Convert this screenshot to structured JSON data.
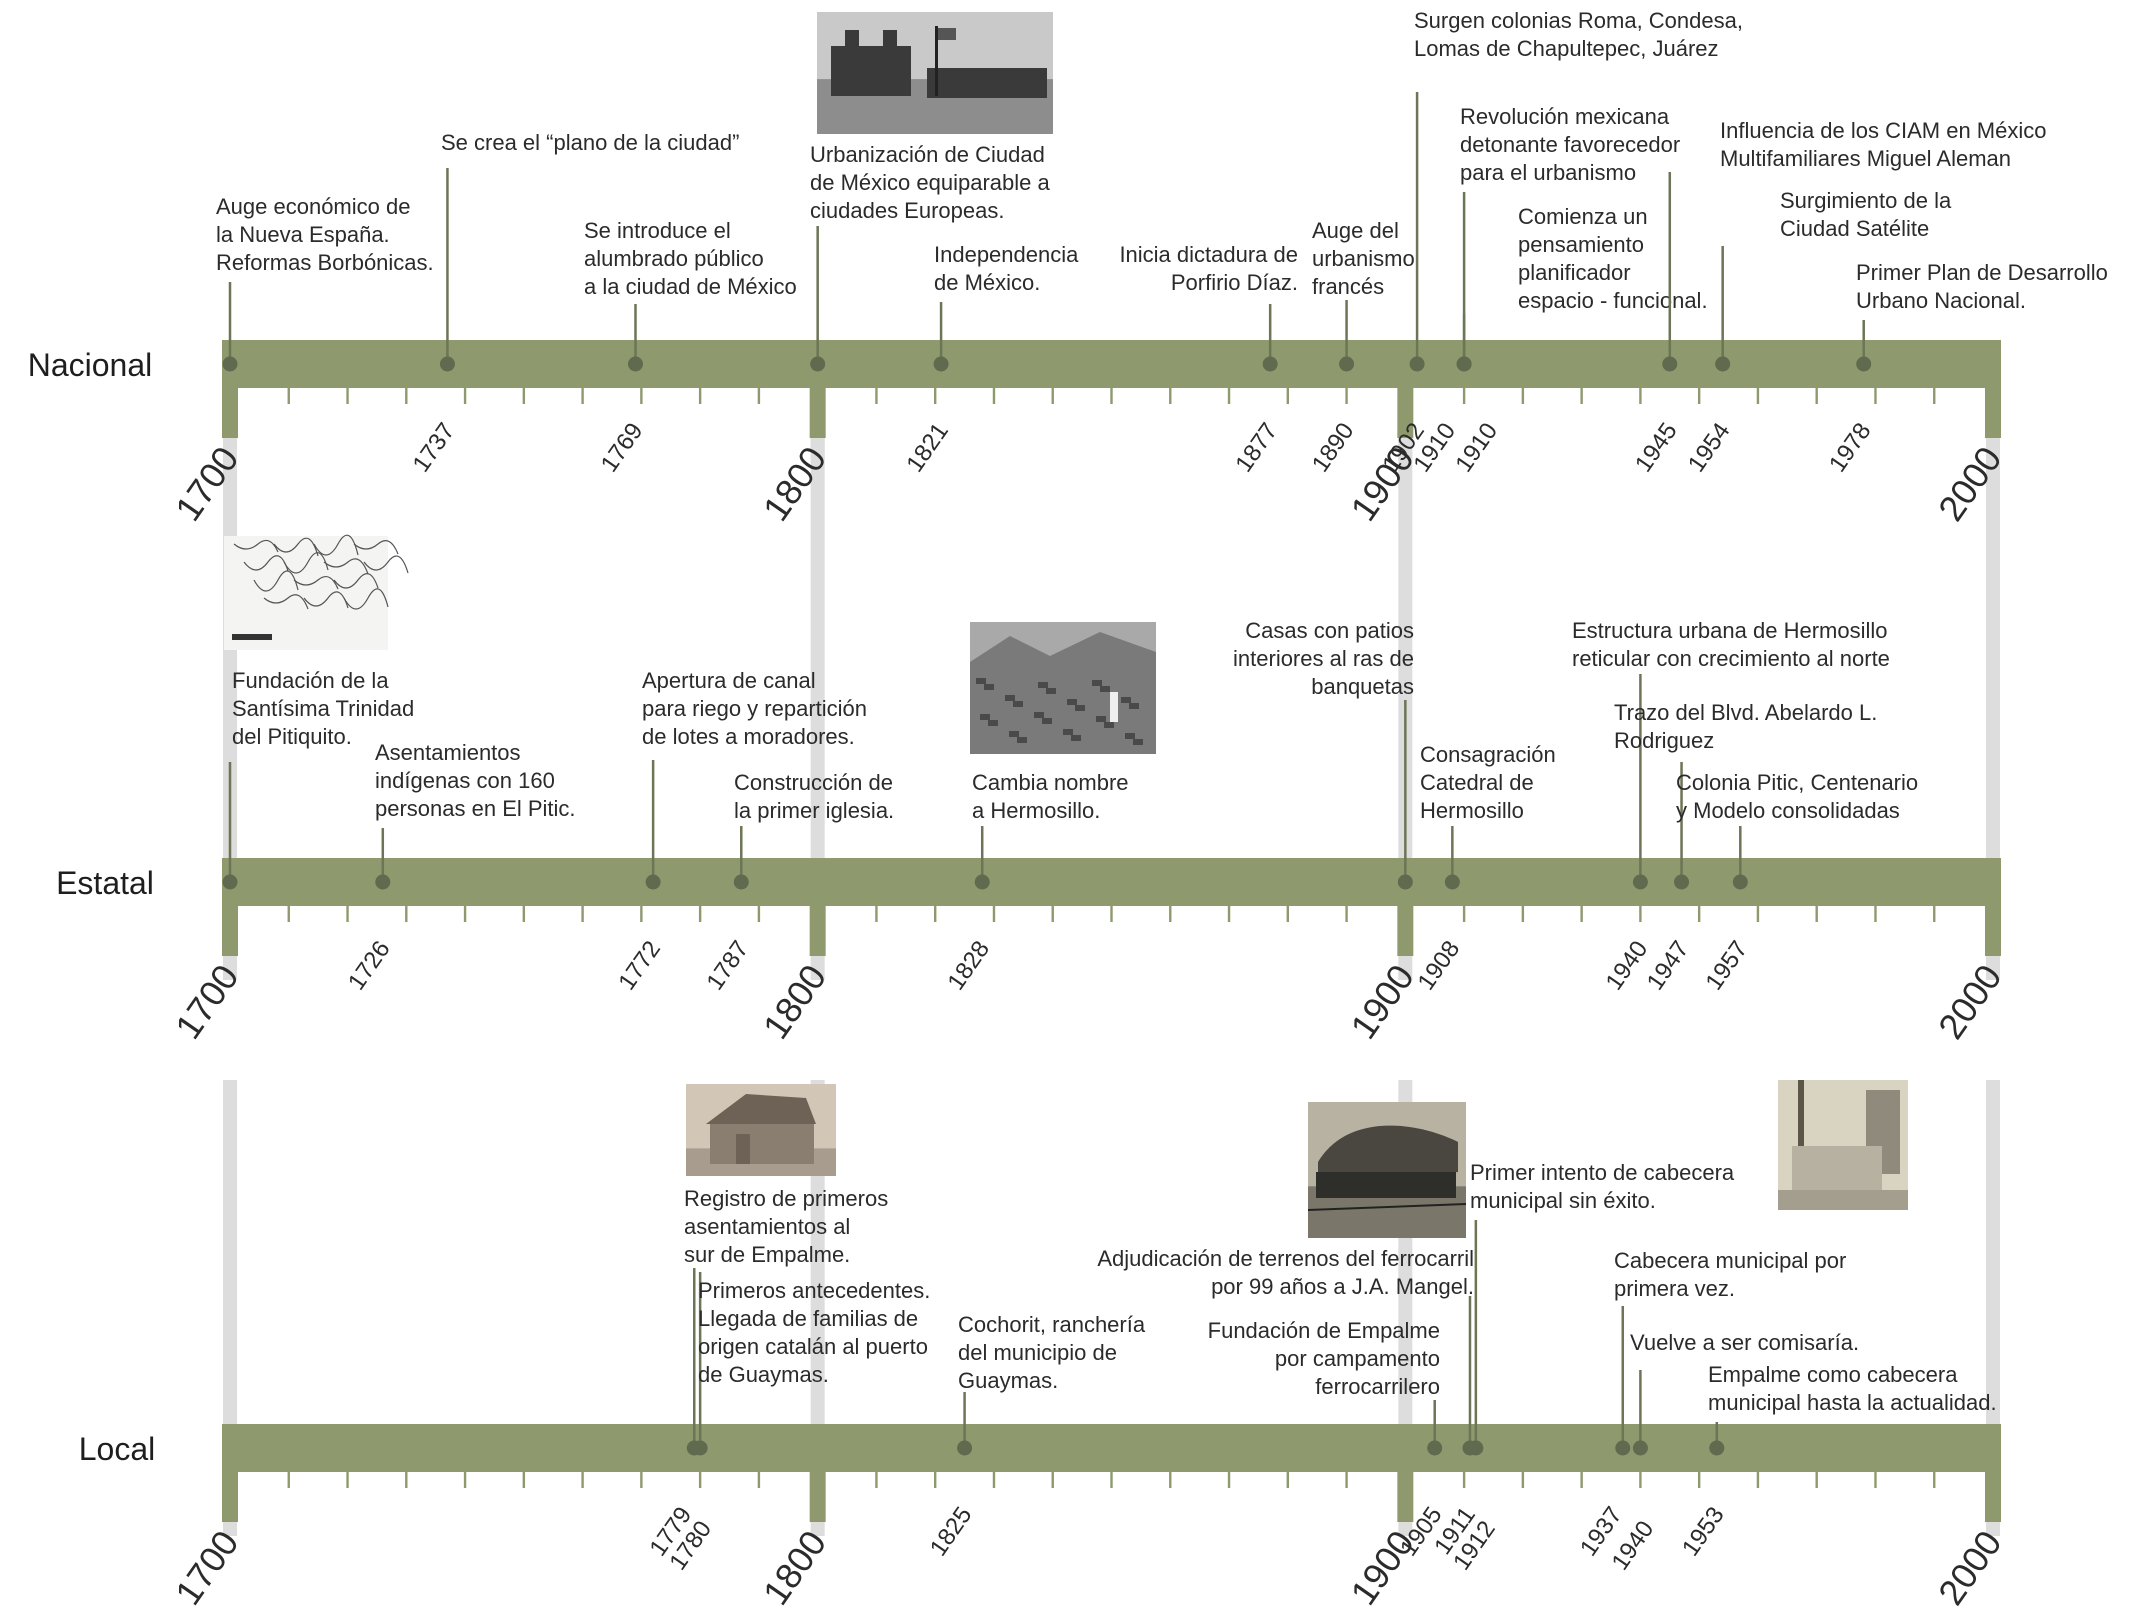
{
  "colors": {
    "band": "#8e9a6e",
    "marker": "#5f6a4e",
    "stem": "#6c7555",
    "century_line": "#dddddd",
    "text": "#2b2b2b"
  },
  "centuries": [
    "1700",
    "1800",
    "1900",
    "2000"
  ],
  "rows": [
    {
      "id": "nacional",
      "name": "Nacional",
      "events": [
        {
          "year": 1700,
          "year_label": "",
          "lines": [
            "Auge económico de",
            "la Nueva España.",
            "Reformas Borbónicas."
          ]
        },
        {
          "year": 1737,
          "year_label": "1737",
          "lines": [
            "Se crea el “plano de la ciudad”"
          ]
        },
        {
          "year": 1769,
          "year_label": "1769",
          "lines": [
            "Se introduce el",
            "alumbrado público",
            "a la ciudad de México"
          ]
        },
        {
          "year": 1800,
          "year_label": "",
          "lines": [
            "Urbanización de Ciudad",
            "de México equiparable a",
            "ciudades Europeas."
          ],
          "photo": "zocalo-photo"
        },
        {
          "year": 1821,
          "year_label": "1821",
          "lines": [
            "Independencia",
            "de México."
          ]
        },
        {
          "year": 1877,
          "year_label": "1877",
          "lines": [
            "Inicia dictadura de",
            "Porfirio Díaz."
          ]
        },
        {
          "year": 1890,
          "year_label": "1890",
          "lines": [
            "Auge del",
            "urbanismo",
            "francés"
          ]
        },
        {
          "year": 1902,
          "year_label": "1902",
          "lines": [
            "Surgen colonias Roma, Condesa,",
            "Lomas de Chapultepec, Juárez"
          ]
        },
        {
          "year": 1910,
          "year_label": "1910",
          "lines": [
            "Revolución mexicana",
            "detonante favorecedor",
            "para el urbanismo"
          ]
        },
        {
          "year": 1910,
          "year_label": "1910",
          "lines": [
            "Comienza un",
            "pensamiento",
            "planificador",
            "espacio - funcional."
          ]
        },
        {
          "year": 1945,
          "year_label": "1945",
          "lines": [
            "Influencia de los CIAM en México",
            "Multifamiliares Miguel Aleman"
          ]
        },
        {
          "year": 1954,
          "year_label": "1954",
          "lines": [
            "Surgimiento de la",
            "Ciudad Satélite"
          ]
        },
        {
          "year": 1978,
          "year_label": "1978",
          "lines": [
            "Primer Plan de Desarrollo",
            "Urbano Nacional."
          ]
        }
      ]
    },
    {
      "id": "estatal",
      "name": "Estatal",
      "events": [
        {
          "year": 1700,
          "year_label": "",
          "lines": [
            "Fundación de la",
            "Santísima Trinidad",
            "del Pitiquito."
          ],
          "photo": "map-sketch"
        },
        {
          "year": 1726,
          "year_label": "1726",
          "lines": [
            "Asentamientos",
            "indígenas con 160",
            "personas en El Pitic."
          ]
        },
        {
          "year": 1772,
          "year_label": "1772",
          "lines": [
            "Apertura de canal",
            "para riego y repartición",
            "de lotes a moradores."
          ]
        },
        {
          "year": 1787,
          "year_label": "1787",
          "lines": [
            "Construcción de",
            "la primer iglesia."
          ]
        },
        {
          "year": 1828,
          "year_label": "1828",
          "lines": [
            "Cambia nombre",
            "a Hermosillo."
          ],
          "photo": "hermosillo-photo"
        },
        {
          "year": 1900,
          "year_label": "",
          "lines": [
            "Casas con patios",
            "interiores al ras de",
            "banquetas"
          ]
        },
        {
          "year": 1908,
          "year_label": "1908",
          "lines": [
            "Consagración",
            "Catedral de",
            "Hermosillo"
          ]
        },
        {
          "year": 1940,
          "year_label": "1940",
          "lines": [
            "Estructura urbana de Hermosillo",
            "reticular con crecimiento al norte"
          ]
        },
        {
          "year": 1947,
          "year_label": "1947",
          "lines": [
            "Trazo del Blvd. Abelardo L.",
            "Rodriguez"
          ]
        },
        {
          "year": 1957,
          "year_label": "1957",
          "lines": [
            "Colonia Pitic, Centenario",
            "y Modelo consolidadas"
          ]
        }
      ]
    },
    {
      "id": "local",
      "name": "Local",
      "events": [
        {
          "year": 1779,
          "year_label": "1779",
          "lines": [
            "Registro de primeros",
            "asentamientos al",
            "sur de Empalme."
          ],
          "photo": "house-photo"
        },
        {
          "year": 1780,
          "year_label": "1780",
          "lines": [
            "Primeros antecedentes.",
            "Llegada de familias de",
            "origen catalán al puerto",
            "de Guaymas."
          ]
        },
        {
          "year": 1825,
          "year_label": "1825",
          "lines": [
            "Cochorit, ranchería",
            "del municipio de",
            "Guaymas."
          ]
        },
        {
          "year": 1905,
          "year_label": "1905",
          "lines": [
            "Fundación de Empalme",
            "por campamento",
            "ferrocarrilero"
          ]
        },
        {
          "year": 1911,
          "year_label": "1911",
          "lines": [
            "Adjudicación de terrenos del ferrocarril",
            "por 99 años a J.A. Mangel."
          ],
          "photo": "train-photo"
        },
        {
          "year": 1912,
          "year_label": "1912",
          "lines": [
            "Primer intento de cabecera",
            "municipal sin éxito."
          ]
        },
        {
          "year": 1937,
          "year_label": "1937",
          "lines": [
            "Cabecera municipal por",
            "primera vez."
          ]
        },
        {
          "year": 1940,
          "year_label": "1940",
          "lines": [
            "Vuelve a ser comisaría."
          ],
          "photo": "building-photo"
        },
        {
          "year": 1953,
          "year_label": "1953",
          "lines": [
            "Empalme como cabecera",
            "municipal hasta la actualidad."
          ]
        }
      ]
    }
  ]
}
